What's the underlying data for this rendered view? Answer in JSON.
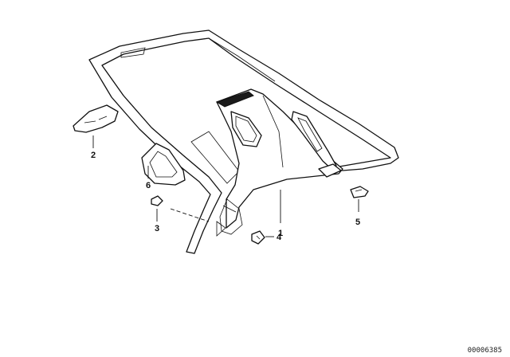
{
  "callouts": [
    {
      "id": "1",
      "label": "1"
    },
    {
      "id": "2",
      "label": "2"
    },
    {
      "id": "3",
      "label": "3"
    },
    {
      "id": "4",
      "label": "4"
    },
    {
      "id": "5",
      "label": "5"
    },
    {
      "id": "6",
      "label": "6"
    }
  ],
  "catalog_number": "00006385"
}
